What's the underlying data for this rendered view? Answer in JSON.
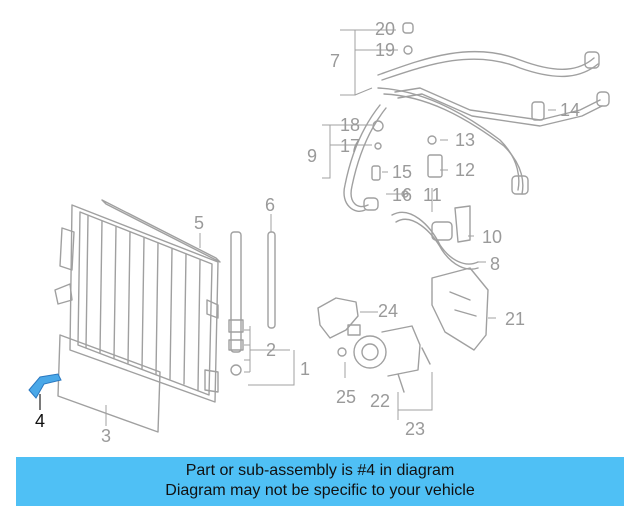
{
  "callouts": {
    "c1": "1",
    "c2": "2",
    "c3": "3",
    "c4": "4",
    "c5": "5",
    "c6": "6",
    "c7": "7",
    "c8": "8",
    "c9": "9",
    "c10": "10",
    "c11": "11",
    "c12": "12",
    "c13": "13",
    "c14": "14",
    "c15": "15",
    "c16": "16",
    "c17": "17",
    "c18": "18",
    "c19": "19",
    "c20": "20",
    "c21": "21",
    "c22": "22",
    "c23": "23",
    "c24": "24",
    "c25": "25"
  },
  "highlight_part": "4",
  "colors": {
    "line": "#a0a0a0",
    "highlight": "#4aa8e8",
    "banner": "#4fc0f5"
  },
  "banner": {
    "line1": "Part or sub-assembly is #4 in diagram",
    "line2": "Diagram may not be specific to your vehicle"
  }
}
